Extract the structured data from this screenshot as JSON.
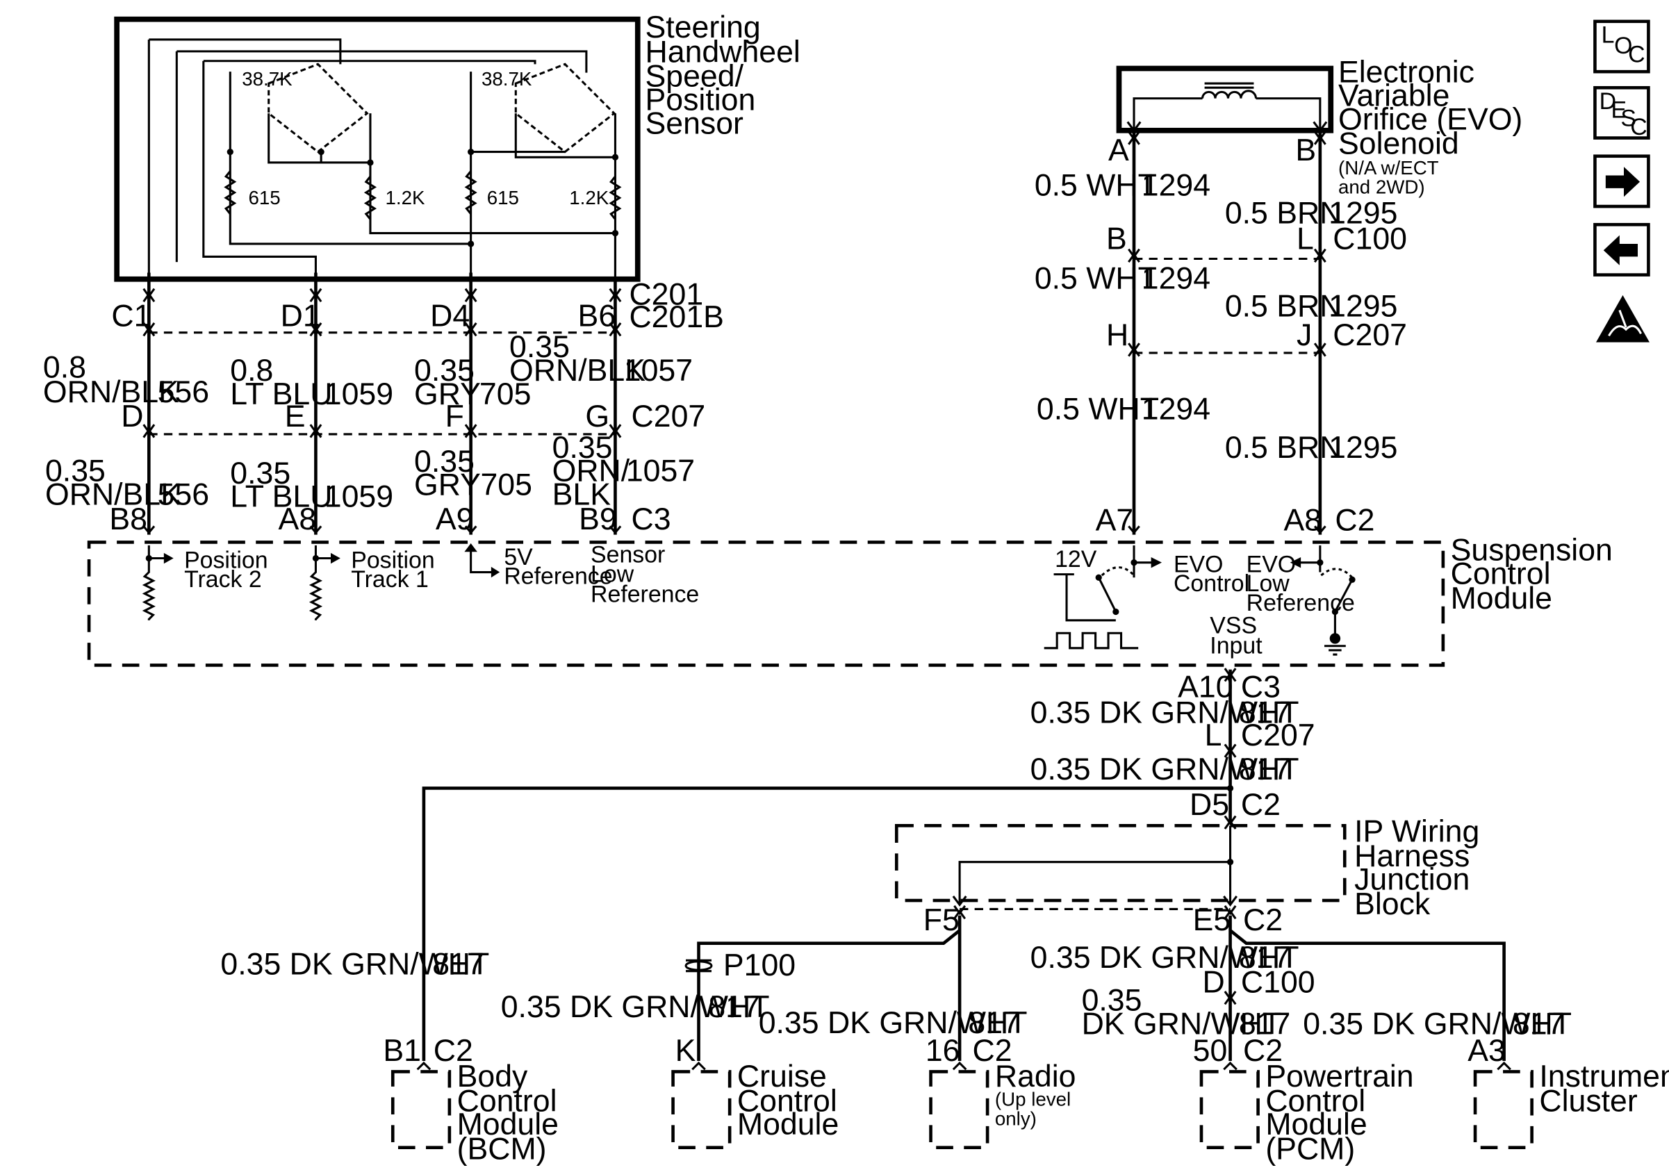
{
  "sensor": {
    "name": [
      "Steering",
      "Handwheel",
      "Speed/",
      "Position",
      "Sensor"
    ],
    "r387a": "38.7K",
    "r387b": "38.7K",
    "r615a": "615",
    "r12a": "1.2K",
    "r615b": "615",
    "r12b": "1.2K"
  },
  "evo": {
    "name": [
      "Electronic",
      "Variable",
      "Orifice (EVO)",
      "Solenoid"
    ],
    "note": [
      "(N/A w/ECT",
      "and 2WD)"
    ],
    "pinA": "A",
    "pinB": "B",
    "w1": {
      "color": "0.5 WHT",
      "circuit": "1294"
    },
    "w2": {
      "color": "0.5 BRN",
      "circuit": "1295"
    },
    "c100": {
      "l": "B",
      "r": "L",
      "conn": "C100"
    },
    "c207": {
      "l": "H",
      "r": "J",
      "conn": "C207"
    },
    "scm": {
      "l": "A7",
      "r": "A8",
      "conn": "C2"
    }
  },
  "sensor_wiring": {
    "c201": {
      "pins": [
        "C1",
        "D1",
        "D4",
        "B6"
      ],
      "conn1": "C201",
      "conn2": "C201B"
    },
    "c207": {
      "pins": [
        "D",
        "E",
        "F",
        "G"
      ],
      "conn": "C207"
    },
    "scm": {
      "pins": [
        "B8",
        "A8",
        "A9",
        "B9"
      ],
      "conn": "C3"
    },
    "upper": [
      {
        "gauge": "0.8",
        "color": "ORN/BLK",
        "circuit": "556"
      },
      {
        "gauge": "0.8",
        "color": "LT BLU",
        "circuit": "1059"
      },
      {
        "gauge": "0.35",
        "color": "GRY",
        "circuit": "705"
      },
      {
        "gauge": "0.35",
        "color": "ORN/BLK",
        "circuit": "1057"
      }
    ],
    "lower": [
      {
        "gauge": "0.35",
        "color": "ORN/BLK",
        "circuit": "556"
      },
      {
        "gauge": "0.35",
        "color": "LT BLU",
        "circuit": "1059"
      },
      {
        "gauge": "0.35",
        "color": "GRY",
        "circuit": "705"
      },
      {
        "gauge": "0.35",
        "color1": "ORN/",
        "color2": "BLK",
        "circuit": "1057"
      }
    ]
  },
  "scm": {
    "name": [
      "Suspension",
      "Control",
      "Module"
    ],
    "pos2": [
      "Position",
      "Track 2"
    ],
    "pos1": [
      "Position",
      "Track 1"
    ],
    "ref5": [
      "5V",
      "Reference"
    ],
    "slr": [
      "Sensor",
      "Low",
      "Reference"
    ],
    "v12": "12V",
    "evoc": [
      "EVO",
      "Control"
    ],
    "evol": [
      "EVO",
      "Low",
      "Reference"
    ],
    "vss": [
      "VSS",
      "Input"
    ]
  },
  "vss": {
    "a10": "A10",
    "c3": "C3",
    "wire": "0.35 DK GRN/WHT",
    "circuit": "817",
    "l": "L",
    "c207": "C207",
    "d5": "D5",
    "c2": "C2",
    "f5": "F5",
    "e5": "E5",
    "c2b": "C2",
    "p100": "P100",
    "d": "D",
    "c100": "C100",
    "gauge": "0.35",
    "dkgrn": "DK GRN/WHT"
  },
  "ipjb": {
    "name": [
      "IP Wiring",
      "Harness",
      "Junction",
      "Block"
    ]
  },
  "modules": {
    "bcm": {
      "pin": "B1",
      "conn": "C2",
      "name": [
        "Body",
        "Control",
        "Module",
        "(BCM)"
      ]
    },
    "cruise": {
      "pin": "K",
      "name": [
        "Cruise",
        "Control",
        "Module"
      ]
    },
    "radio": {
      "pin": "16",
      "conn": "C2",
      "name": [
        "Radio"
      ],
      "note": [
        "(Up level",
        "only)"
      ]
    },
    "pcm": {
      "pin": "50",
      "conn": "C2",
      "name": [
        "Powertrain",
        "Control",
        "Module",
        "(PCM)"
      ]
    },
    "ic": {
      "pin": "A3",
      "name": [
        "Instrument",
        "Cluster"
      ]
    }
  },
  "side_icons": {
    "loc": {
      "a": "L",
      "b": "O",
      "c": "C",
      "icon": "location-icon"
    },
    "desc": {
      "a": "D",
      "b": "E",
      "c": "S",
      "d": "C",
      "icon": "description-icon"
    },
    "next": "arrow-right-icon",
    "prev": "arrow-left-icon",
    "esd": "esd-warning-icon"
  }
}
